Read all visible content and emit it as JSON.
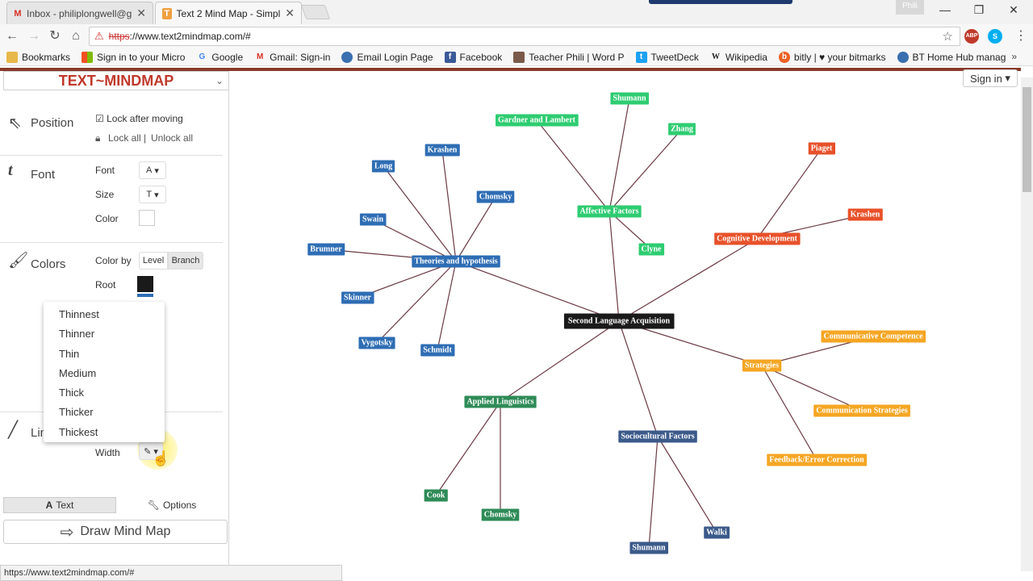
{
  "browser": {
    "tabs": [
      {
        "title": "Inbox - philiplongwell@g",
        "icon": "gmail-icon"
      },
      {
        "title": "Text 2 Mind Map - Simpl",
        "icon": "text2mindmap-icon"
      }
    ],
    "profile": "Phili",
    "url_protocol": "https",
    "url_rest": "://www.text2mindmap.com/#",
    "ext_abp": "ABP",
    "ext_skype": "S",
    "bookmarks": [
      {
        "label": "Bookmarks",
        "icon": "folder-icon"
      },
      {
        "label": "Sign in to your Micro",
        "icon": "microsoft-icon"
      },
      {
        "label": "Google",
        "icon": "google-icon"
      },
      {
        "label": "Gmail: Sign-in",
        "icon": "gmail-icon"
      },
      {
        "label": "Email Login Page",
        "icon": "globe-icon"
      },
      {
        "label": "Facebook",
        "icon": "facebook-icon"
      },
      {
        "label": "Teacher Phili | Word P",
        "icon": "user-photo-icon"
      },
      {
        "label": "TweetDeck",
        "icon": "tweetdeck-icon"
      },
      {
        "label": "Wikipedia",
        "icon": "wikipedia-icon"
      },
      {
        "label": "bitly | ♥ your bitmarks",
        "icon": "bitly-icon"
      },
      {
        "label": "BT Home Hub manag",
        "icon": "globe-icon"
      }
    ]
  },
  "app": {
    "logo": "TEXT~MINDMAP",
    "signin": "Sign in",
    "position": {
      "title": "Position",
      "lock_after_moving": "Lock after moving",
      "lock_all": "Lock all",
      "separator": "|",
      "unlock_all": "Unlock all"
    },
    "font": {
      "title": "Font",
      "font_label": "Font",
      "font_btn": "A",
      "size_label": "Size",
      "size_btn": "T",
      "color_label": "Color"
    },
    "colors": {
      "title": "Colors",
      "color_by": "Color by",
      "level": "Level",
      "branch": "Branch",
      "root": "Root",
      "root_color": "#1a1a1a"
    },
    "lines": {
      "title": "Lines",
      "width_label": "Width"
    },
    "width_menu": [
      "Thinnest",
      "Thinner",
      "Thin",
      "Medium",
      "Thick",
      "Thicker",
      "Thickest"
    ],
    "bottom_tabs": {
      "text": "Text",
      "options": "Options"
    },
    "draw_button": "Draw Mind Map",
    "status_url": "https://www.text2mindmap.com/#"
  },
  "mindmap": {
    "edge_color": "#6b3a44",
    "colors": {
      "root": "#1a1a1a",
      "blue": "#2e6db4",
      "green": "#2ecc71",
      "orange_red": "#e8512a",
      "amber": "#f5a623",
      "dark_green": "#2e8b57",
      "slate": "#3b5a8a"
    },
    "nodes": [
      {
        "id": "root",
        "label": "Second Language Acquisition",
        "color": "root"
      },
      {
        "id": "th",
        "label": "Theories and hypothesis",
        "color": "blue"
      },
      {
        "id": "long",
        "label": "Long",
        "color": "blue"
      },
      {
        "id": "krashen1",
        "label": "Krashen",
        "color": "blue"
      },
      {
        "id": "chomsky1",
        "label": "Chomsky",
        "color": "blue"
      },
      {
        "id": "swain",
        "label": "Swain",
        "color": "blue"
      },
      {
        "id": "brumner",
        "label": "Brumner",
        "color": "blue"
      },
      {
        "id": "skinner",
        "label": "Skinner",
        "color": "blue"
      },
      {
        "id": "vygotsky",
        "label": "Vygotsky",
        "color": "blue"
      },
      {
        "id": "schmidt",
        "label": "Schmidt",
        "color": "blue"
      },
      {
        "id": "af",
        "label": "Affective Factors",
        "color": "green"
      },
      {
        "id": "gardner",
        "label": "Gardner and Lambert",
        "color": "green"
      },
      {
        "id": "shumann",
        "label": "Shumann",
        "color": "green"
      },
      {
        "id": "zhang",
        "label": "Zhang",
        "color": "green"
      },
      {
        "id": "clyne",
        "label": "Clyne",
        "color": "green"
      },
      {
        "id": "cd",
        "label": "Cognitive Development",
        "color": "orange_red"
      },
      {
        "id": "piaget",
        "label": "Piaget",
        "color": "orange_red"
      },
      {
        "id": "krashen2",
        "label": "Krashen",
        "color": "orange_red"
      },
      {
        "id": "st",
        "label": "Strategies",
        "color": "amber"
      },
      {
        "id": "cc",
        "label": "Communicative Competence",
        "color": "amber"
      },
      {
        "id": "cs",
        "label": "Communication Strategies",
        "color": "amber"
      },
      {
        "id": "fec",
        "label": "Feedback/Error Correction",
        "color": "amber"
      },
      {
        "id": "al",
        "label": "Applied Linguistics",
        "color": "dark_green"
      },
      {
        "id": "cook",
        "label": "Cook",
        "color": "dark_green"
      },
      {
        "id": "chomsky2",
        "label": "Chomsky",
        "color": "dark_green"
      },
      {
        "id": "sf",
        "label": "Sociocultural Factors",
        "color": "slate"
      },
      {
        "id": "shumann2",
        "label": "Shumann",
        "color": "slate"
      },
      {
        "id": "walki",
        "label": "Walki",
        "color": "slate"
      }
    ],
    "edges": [
      [
        "root",
        "th"
      ],
      [
        "root",
        "af"
      ],
      [
        "root",
        "cd"
      ],
      [
        "root",
        "st"
      ],
      [
        "root",
        "al"
      ],
      [
        "root",
        "sf"
      ],
      [
        "th",
        "long"
      ],
      [
        "th",
        "krashen1"
      ],
      [
        "th",
        "chomsky1"
      ],
      [
        "th",
        "swain"
      ],
      [
        "th",
        "brumner"
      ],
      [
        "th",
        "skinner"
      ],
      [
        "th",
        "vygotsky"
      ],
      [
        "th",
        "schmidt"
      ],
      [
        "af",
        "gardner"
      ],
      [
        "af",
        "shumann"
      ],
      [
        "af",
        "zhang"
      ],
      [
        "af",
        "clyne"
      ],
      [
        "cd",
        "piaget"
      ],
      [
        "cd",
        "krashen2"
      ],
      [
        "st",
        "cc"
      ],
      [
        "st",
        "cs"
      ],
      [
        "st",
        "fec"
      ],
      [
        "al",
        "cook"
      ],
      [
        "al",
        "chomsky2"
      ],
      [
        "sf",
        "shumann2"
      ],
      [
        "sf",
        "walki"
      ]
    ]
  }
}
